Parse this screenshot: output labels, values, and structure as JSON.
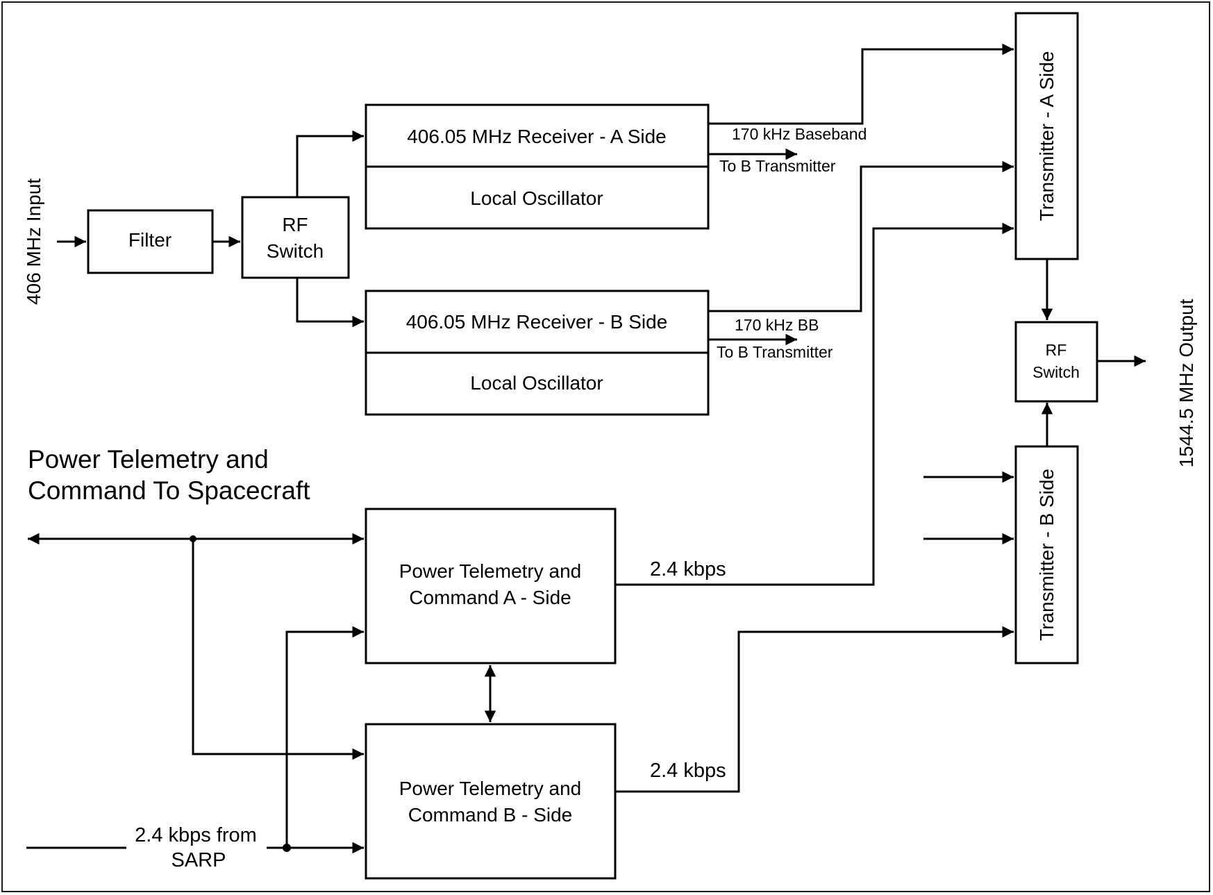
{
  "diagram": {
    "input_label": "406 MHz Input",
    "output_label": "1544.5 MHz Output",
    "filter": "Filter",
    "rf_switch_in": [
      "RF",
      "Switch"
    ],
    "receiver_a": "406.05 MHz Receiver - A Side",
    "local_osc_a": "Local Oscillator",
    "receiver_b": "406.05 MHz Receiver - B Side",
    "local_osc_b": "Local Oscillator",
    "baseband_a": "170 kHz Baseband",
    "to_b_transmitter_a": "To B Transmitter",
    "baseband_b": "170 kHz BB",
    "to_b_transmitter_b": "To B Transmitter",
    "transmitter_a": "Transmitter - A Side",
    "transmitter_b": "Transmitter - B Side",
    "rf_switch_out": [
      "RF",
      "Switch"
    ],
    "ptc_heading": [
      "Power Telemetry and",
      "Command To Spacecraft"
    ],
    "ptc_a": [
      "Power Telemetry and",
      "Command A - Side"
    ],
    "ptc_b": [
      "Power Telemetry and",
      "Command B - Side"
    ],
    "rate_a": "2.4 kbps",
    "rate_b": "2.4 kbps",
    "sarp_input": [
      "2.4 kbps from",
      "SARP"
    ]
  }
}
